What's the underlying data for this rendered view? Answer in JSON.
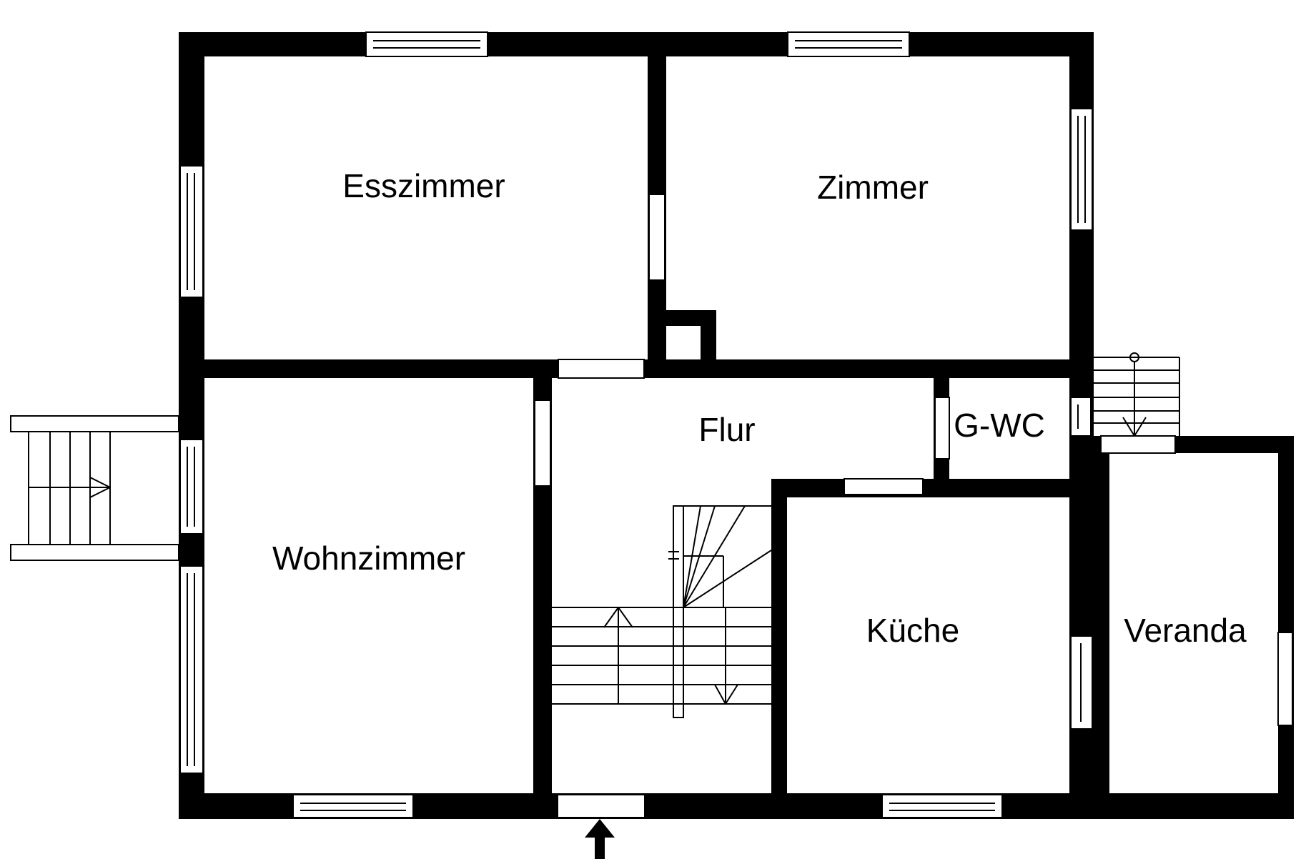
{
  "plan": {
    "rooms": {
      "esszimmer": "Esszimmer",
      "zimmer": "Zimmer",
      "wohnzimmer": "Wohnzimmer",
      "flur": "Flur",
      "gwc": "G-WC",
      "kueche": "Küche",
      "veranda": "Veranda"
    }
  },
  "colors": {
    "wall": "#000000",
    "background": "#ffffff"
  }
}
